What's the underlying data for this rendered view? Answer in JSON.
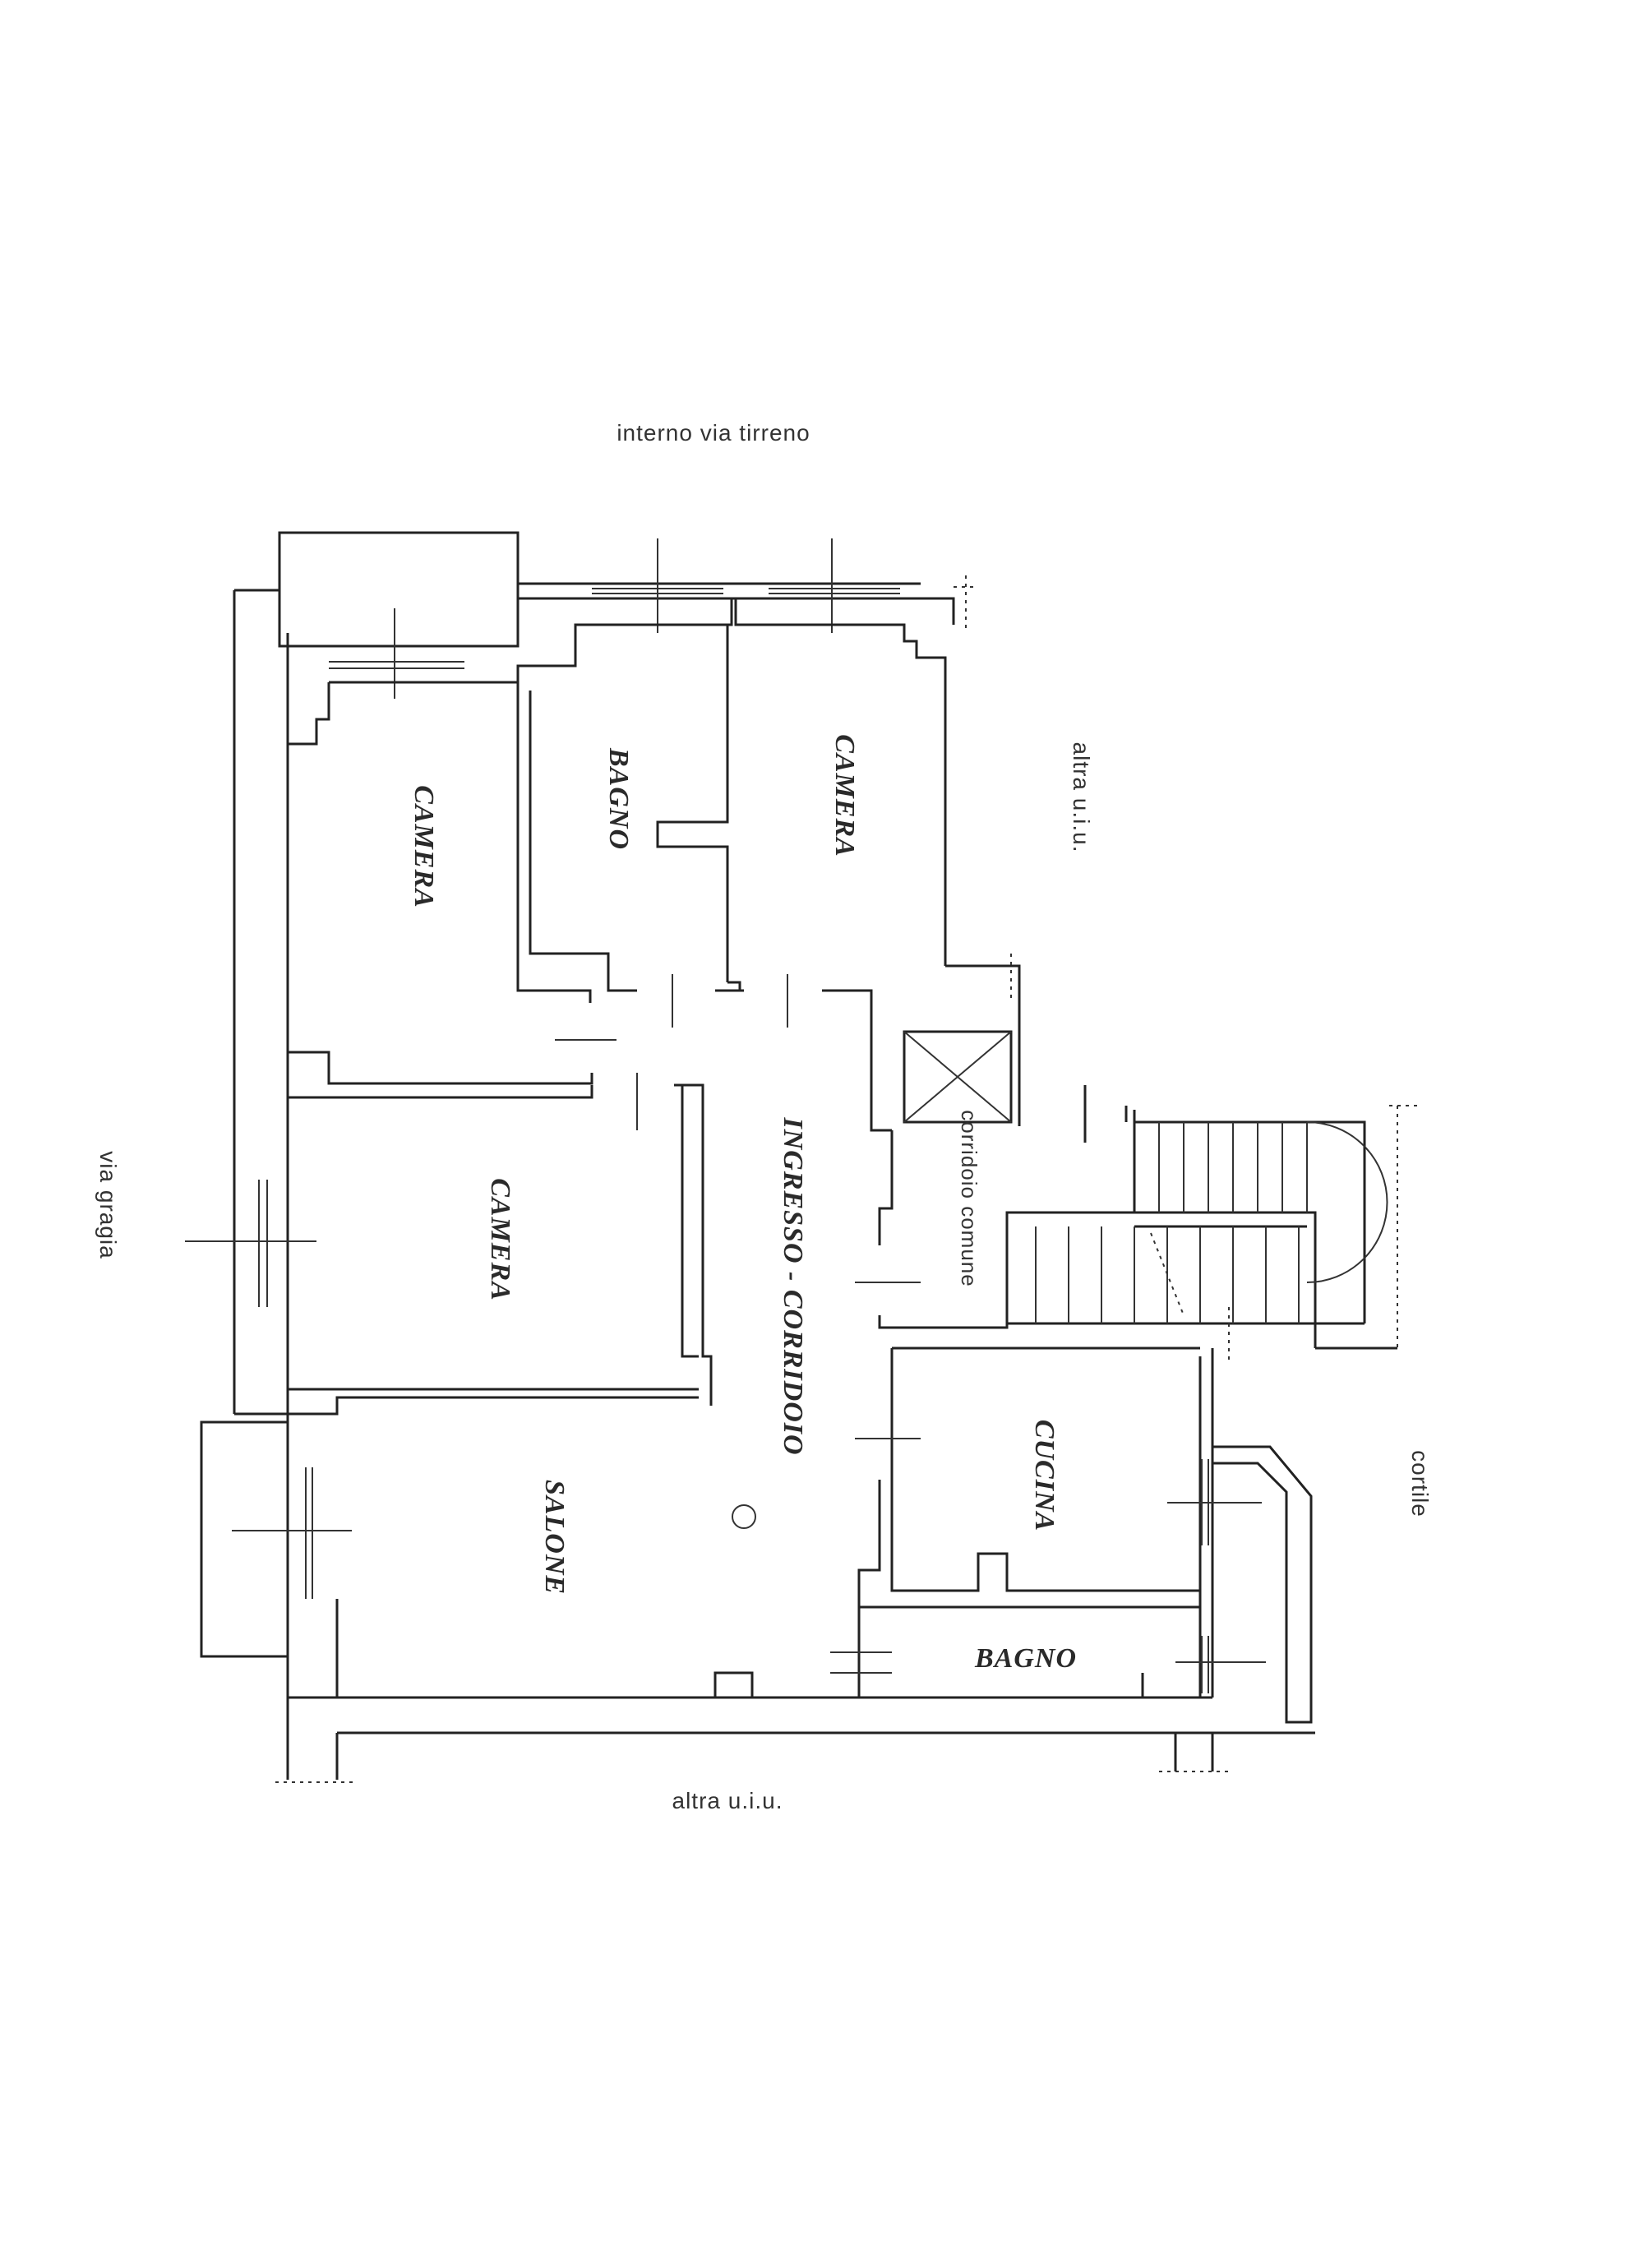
{
  "exterior_labels": {
    "top": "interno via tirreno",
    "left": "via gragia",
    "right_upper": "altra u.i.u.",
    "right_lower": "cortile",
    "bottom": "altra u.i.u."
  },
  "rooms": {
    "camera_top_left": "CAMERA",
    "bagno_top": "BAGNO",
    "camera_top_right": "CAMERA",
    "camera_middle": "CAMERA",
    "corridor": "INGRESSO - CORRIDOIO",
    "common_corridor": "corridoio comune",
    "cucina": "CUCINA",
    "salone": "SALONE",
    "bagno_bottom": "BAGNO"
  }
}
